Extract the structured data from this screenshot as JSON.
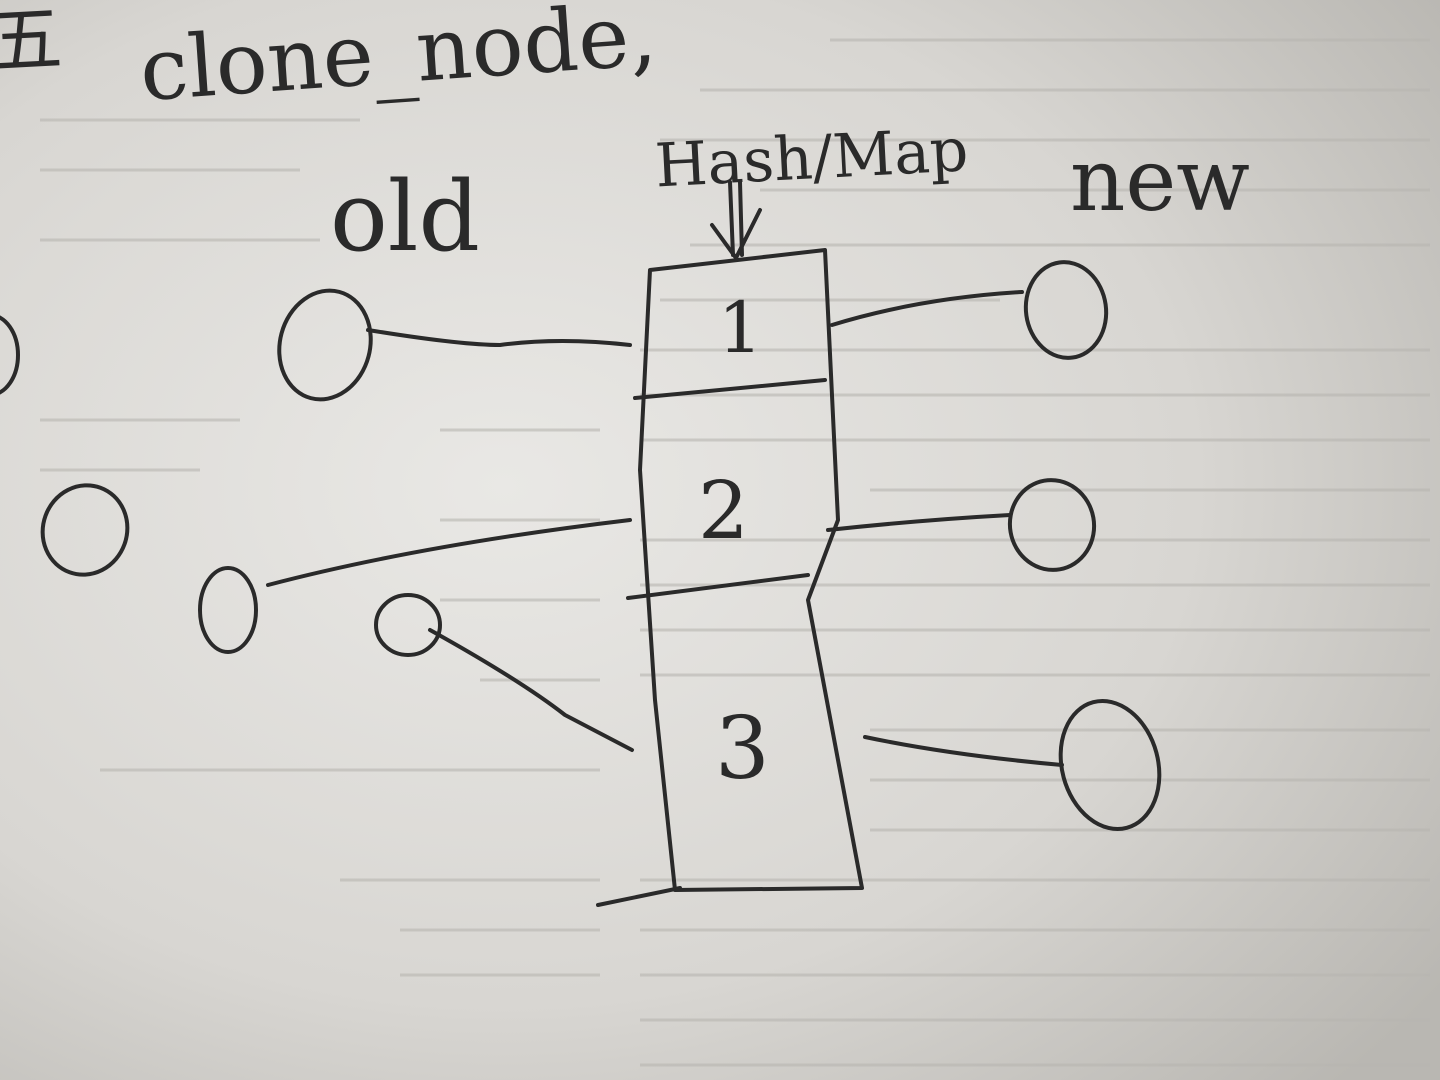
{
  "title": "clone_node,",
  "header_glyph": "五",
  "labels": {
    "old": "old",
    "new": "new",
    "hashmap": "Hash/Map"
  },
  "buckets": [
    {
      "label": "1"
    },
    {
      "label": "2"
    },
    {
      "label": "3"
    }
  ],
  "colors": {
    "ink": "#2a2a2a",
    "paper": "#d9d7d3",
    "faint_print": "#a9a7a2"
  }
}
